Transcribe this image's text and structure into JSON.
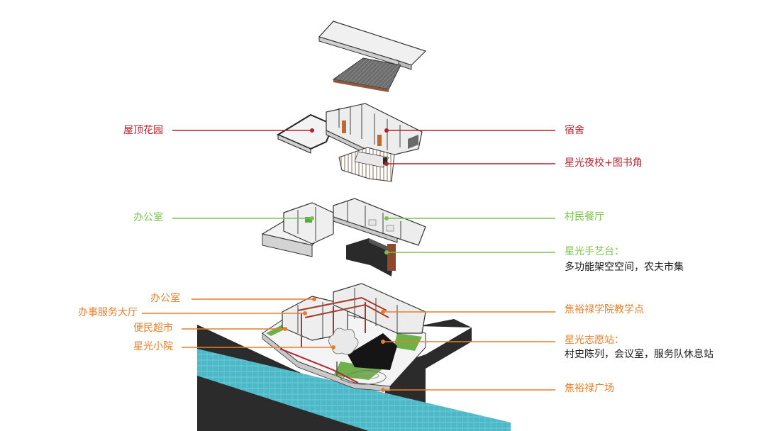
{
  "colors": {
    "red": "#b4202a",
    "green": "#7ac24a",
    "orange": "#e57f2c",
    "text": "#1a1a1a"
  },
  "labels": {
    "roof_garden": "屋顶花园",
    "dormitory": "宿舍",
    "night_school": "星光夜校+图书角",
    "office_2f": "办公室",
    "village_canteen": "村民餐厅",
    "craft_stage": "星光手艺台：",
    "craft_stage_desc": "多功能架空空间，农夫市集",
    "office_1f": "办公室",
    "service_hall": "办事服务大厅",
    "convenience_store": "便民超市",
    "courtyard": "星光小院",
    "academy_point": "焦裕禄学院教学点",
    "volunteer_station": "星光志愿站：",
    "volunteer_desc": "村史陈列，会议室，服务队休息站",
    "plaza": "焦裕禄广场"
  }
}
